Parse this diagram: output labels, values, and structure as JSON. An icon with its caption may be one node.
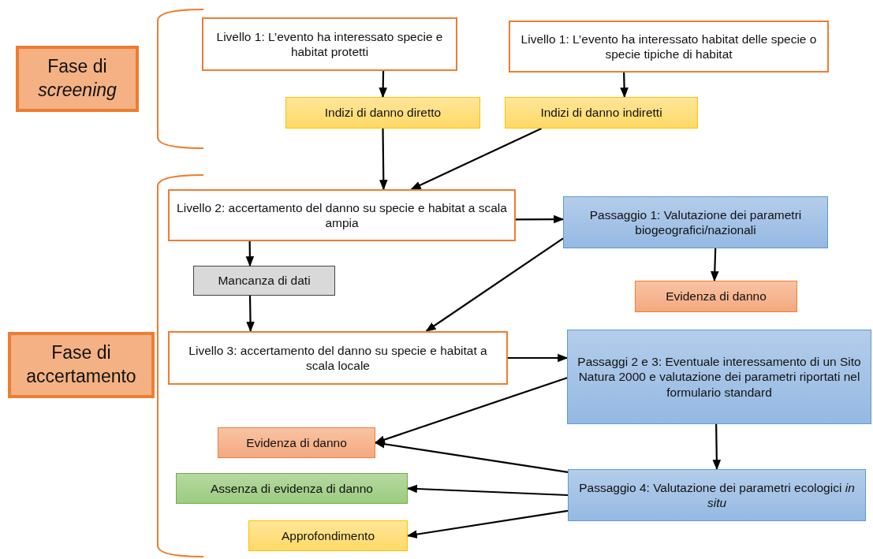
{
  "diagram": {
    "nodes": [
      {
        "text": [
          "Fase di *screening*"
        ]
      },
      {
        "text": [
          "Fase di accertamento"
        ]
      },
      {
        "text": [
          "Livello 1: L’evento ha interessato specie e habitat protetti"
        ]
      },
      {
        "text": [
          "Livello 1: L’evento ha interessato  habitat delle specie o specie tipiche di habitat"
        ]
      },
      {
        "text": [
          "Indizi di danno diretto"
        ]
      },
      {
        "text": [
          "Indizi di danno indiretti"
        ]
      },
      {
        "text": [
          "Livello 2: accertamento del danno su specie e habitat a scala ampia"
        ]
      },
      {
        "text": [
          "Passaggio 1: Valutazione dei parametri biogeografici/nazionali"
        ]
      },
      {
        "text": [
          "Mancanza di dati"
        ]
      },
      {
        "text": [
          "Evidenza di danno"
        ]
      },
      {
        "text": [
          "Livello 3: accertamento del danno su specie e habitat a scala locale"
        ]
      },
      {
        "text": [
          "Passaggi 2 e 3: Eventuale interessamento di un Sito Natura 2000 e valutazione dei parametri riportati nel formulario standard"
        ]
      },
      {
        "text": [
          "Evidenza di danno"
        ]
      },
      {
        "text": [
          "Assenza di evidenza di danno"
        ]
      },
      {
        "text": [
          "Approfondimento"
        ]
      },
      {
        "text": [
          "Passaggio 4: Valutazione dei parametri ecologici *in situ*"
        ]
      }
    ],
    "edges": [
      {
        "from": 2,
        "to": 4,
        "arrow": "to"
      },
      {
        "from": 4,
        "to": 6,
        "arrow": "to"
      },
      {
        "from": 3,
        "to": 5,
        "arrow": "to"
      },
      {
        "from": 5,
        "to": 6,
        "arrow": "to"
      },
      {
        "from": 6,
        "to": 7,
        "arrow": "to"
      },
      {
        "from": 6,
        "to": 8,
        "arrow": "to"
      },
      {
        "from": 7,
        "to": 9,
        "arrow": "to"
      },
      {
        "from": 7,
        "to": 10,
        "arrow": "to"
      },
      {
        "from": 8,
        "to": 10,
        "arrow": "to"
      },
      {
        "from": 10,
        "to": 11,
        "arrow": "to"
      },
      {
        "from": 11,
        "to": 12,
        "arrow": "to"
      },
      {
        "from": 11,
        "to": 15,
        "arrow": "to"
      },
      {
        "from": 15,
        "to": 12,
        "arrow": "to"
      },
      {
        "from": 15,
        "to": 13,
        "arrow": "to"
      },
      {
        "from": 15,
        "to": 14,
        "arrow": "to"
      }
    ]
  }
}
